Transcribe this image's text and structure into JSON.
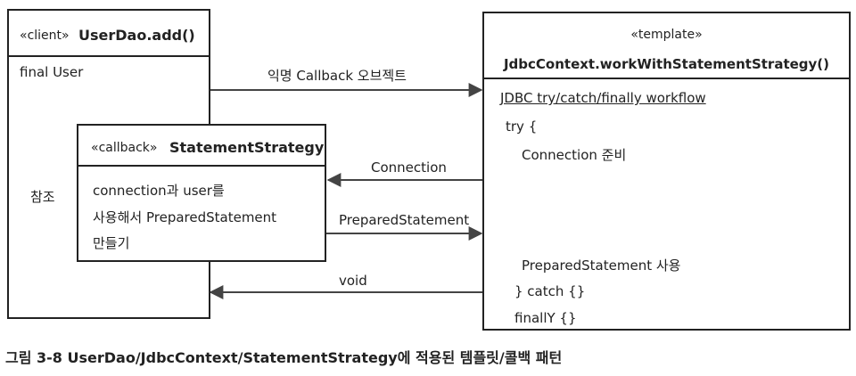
{
  "client": {
    "stereotype": "«client»",
    "name": "UserDao.add()",
    "body_text": "final User",
    "ref_label": "참조"
  },
  "template": {
    "stereotype": "«template»",
    "name": "JdbcContext.workWithStatementStrategy()",
    "lines": [
      "JDBC try/catch/finally workflow",
      "try {",
      "Connection 준비",
      "PreparedStatement 사용",
      "} catch {}",
      "finallY {}"
    ]
  },
  "callback": {
    "stereotype": "«callback»",
    "name": "StatementStrategy",
    "lines": [
      "connection과 user를",
      "사용해서 PreparedStatement",
      "만들기"
    ]
  },
  "arrows": {
    "anon_callback": "익명 Callback 오브젝트",
    "connection": "Connection",
    "prepared_statement": "PreparedStatement",
    "void": "void"
  },
  "caption": "그림 3-8 UserDao/JdbcContext/StatementStrategy에 적용된 템플릿/콜백 패턴"
}
